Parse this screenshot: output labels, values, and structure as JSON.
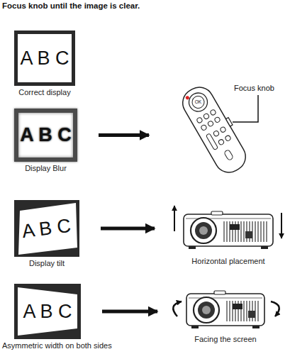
{
  "diagram": {
    "title": "Focus knob until the image is clear.",
    "nodes": [
      {
        "text": [
          "A B C",
          "Correct display"
        ]
      },
      {
        "text": [
          "A B C",
          "Display Blur"
        ]
      },
      {
        "text": [
          "OK"
        ]
      },
      {
        "text": [
          "A B C",
          "Display tilt"
        ]
      },
      {
        "text": [
          "Horizontal placement"
        ]
      },
      {
        "text": [
          "A B C",
          "Asymmetric width on both sides"
        ]
      },
      {
        "text": [
          "Facing the screen"
        ]
      }
    ],
    "edges": [
      {
        "from": 1,
        "to": 2,
        "arrow": "to"
      },
      {
        "from": 3,
        "to": 4,
        "arrow": "to"
      },
      {
        "from": 5,
        "to": 6,
        "arrow": "to"
      }
    ],
    "labels": [
      "Focus knob"
    ]
  }
}
